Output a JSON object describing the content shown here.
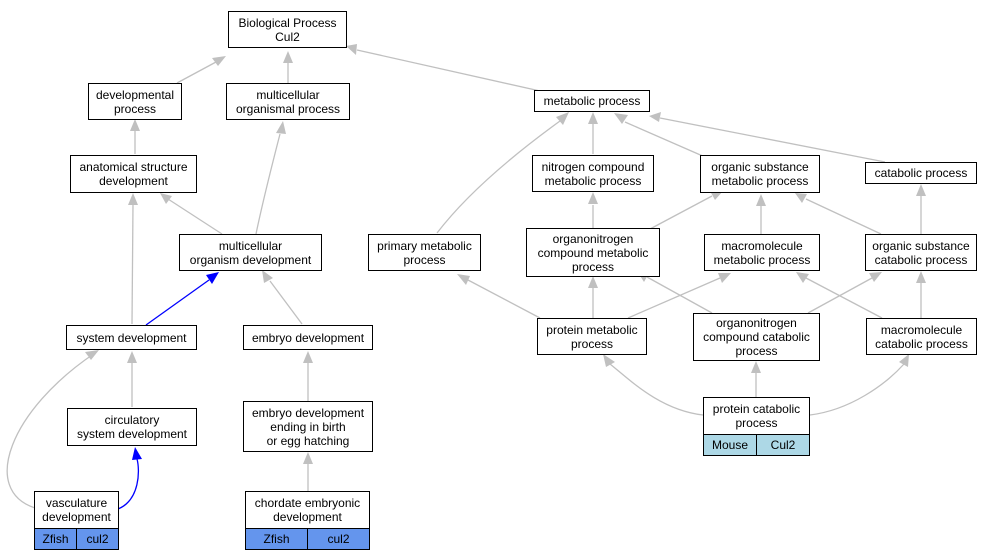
{
  "nodes": {
    "biological_process": "Biological Process\nCul2",
    "developmental_process": "developmental\nprocess",
    "multicellular_organismal_process": "multicellular\norganismal process",
    "metabolic_process": "metabolic process",
    "anatomical_structure_development": "anatomical structure\ndevelopment",
    "multicellular_organism_development": "multicellular\norganism development",
    "system_development": "system development",
    "embryo_development": "embryo development",
    "circulatory_system_development": "circulatory\nsystem development",
    "embryo_development_ending": "embryo development\nending in birth\nor egg hatching",
    "vasculature_development": "vasculature\ndevelopment",
    "chordate_embryonic_development": "chordate embryonic\ndevelopment",
    "nitrogen_compound_metabolic_process": "nitrogen compound\nmetabolic process",
    "organic_substance_metabolic_process": "organic substance\nmetabolic process",
    "catabolic_process": "catabolic process",
    "primary_metabolic_process": "primary metabolic\nprocess",
    "organonitrogen_compound_metabolic_process": "organonitrogen\ncompound metabolic\nprocess",
    "macromolecule_metabolic_process": "macromolecule\nmetabolic process",
    "organic_substance_catabolic_process": "organic substance\ncatabolic process",
    "protein_metabolic_process": "protein metabolic\nprocess",
    "organonitrogen_compound_catabolic_process": "organonitrogen\ncompound catabolic\nprocess",
    "macromolecule_catabolic_process": "macromolecule\ncatabolic process",
    "protein_catabolic_process": "protein catabolic\nprocess"
  },
  "tags": {
    "vasculature_development": [
      "Zfish",
      "cul2"
    ],
    "chordate_embryonic_development": [
      "Zfish",
      "cul2"
    ],
    "protein_catabolic_process": [
      "Mouse",
      "Cul2"
    ]
  },
  "colors": {
    "edge_gray": "#c0c0c0",
    "edge_blue": "#0000ff",
    "tag_blue": "#6495ed",
    "tag_lightblue": "#add8e6"
  }
}
